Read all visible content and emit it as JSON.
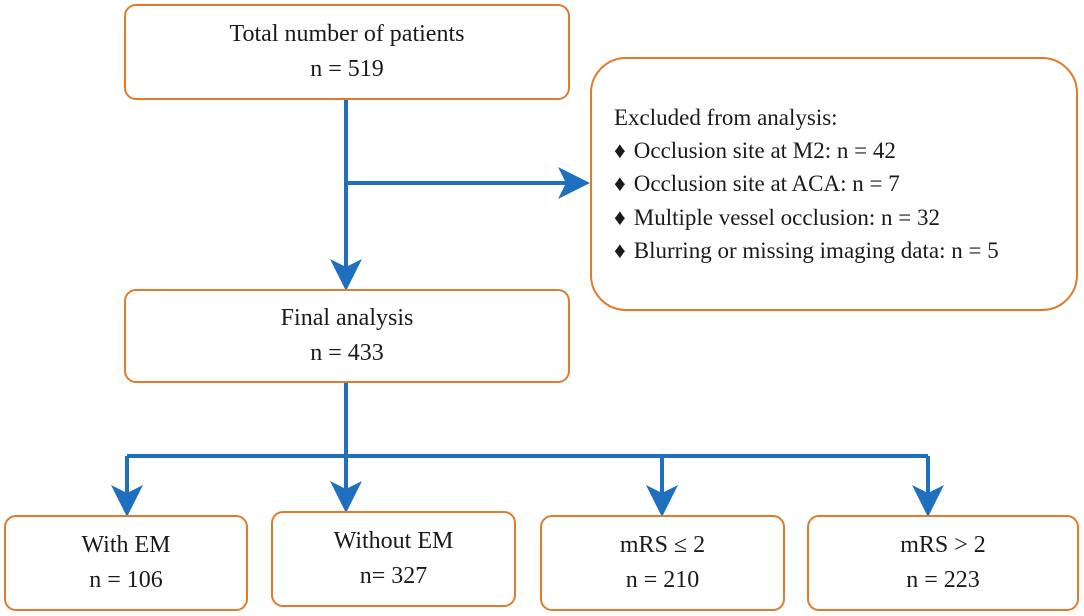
{
  "total": {
    "title": "Total number of patients",
    "n": "n = 519"
  },
  "excluded": {
    "heading": "Excluded from analysis:",
    "bullet": "♦",
    "items": [
      "Occlusion site at M2: n = 42",
      "Occlusion site at ACA: n = 7",
      "Multiple vessel occlusion: n = 32",
      "Blurring or missing imaging data: n = 5"
    ]
  },
  "final": {
    "title": "Final analysis",
    "n": "n = 433"
  },
  "groups": [
    {
      "title": "With EM",
      "n": "n = 106"
    },
    {
      "title": "Without EM",
      "n": "n= 327"
    },
    {
      "title": "mRS ≤ 2",
      "n": "n = 210"
    },
    {
      "title": "mRS > 2",
      "n": "n = 223"
    }
  ],
  "colors": {
    "box_border": "#e07b2e",
    "arrow": "#1f6fbf"
  }
}
